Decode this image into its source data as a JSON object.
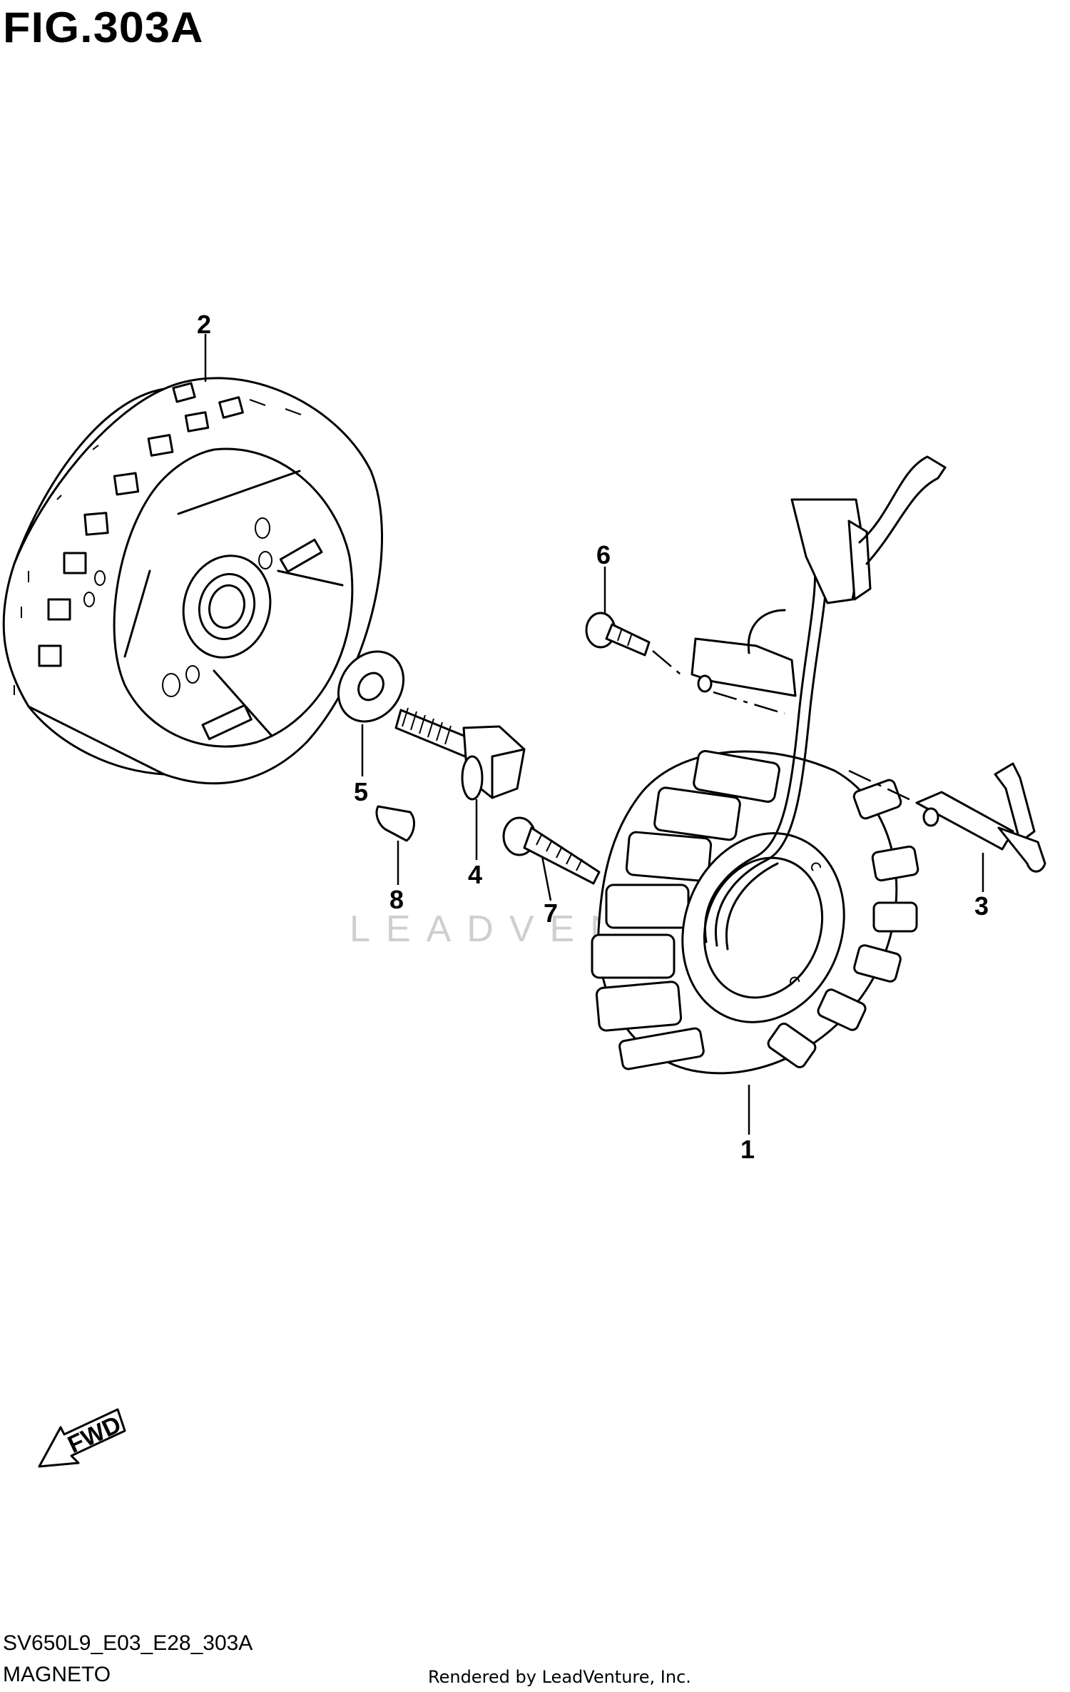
{
  "figure": {
    "title": "FIG.303A",
    "code": "SV650L9_E03_E28_303A",
    "name": "MAGNETO",
    "render_note": "Rendered by LeadVenture, Inc.",
    "watermark": "LEADVENTURE",
    "direction_label": "FWD"
  },
  "callouts": [
    {
      "id": "1",
      "part": "stator"
    },
    {
      "id": "2",
      "part": "rotor"
    },
    {
      "id": "3",
      "part": "clamp"
    },
    {
      "id": "4",
      "part": "rotor-bolt"
    },
    {
      "id": "5",
      "part": "washer"
    },
    {
      "id": "6",
      "part": "bolt"
    },
    {
      "id": "7",
      "part": "stator-bolt"
    },
    {
      "id": "8",
      "part": "key"
    }
  ]
}
